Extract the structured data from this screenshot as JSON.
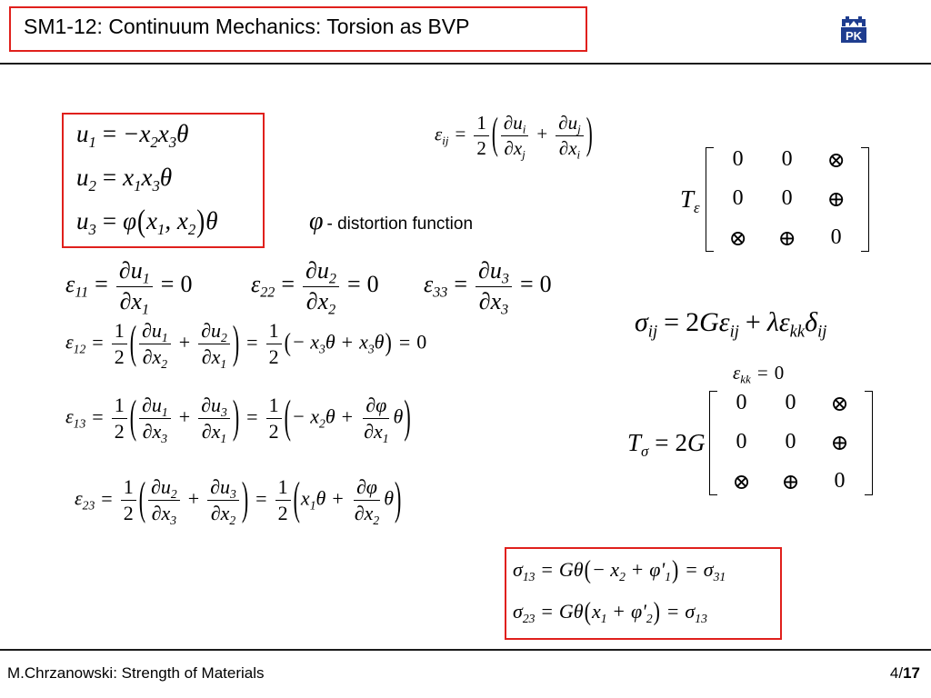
{
  "slide": {
    "title": "SM1-12: Continuum Mechanics: Torsion as BVP",
    "footer_left": "M.Chrzanowski: Strength of Materials",
    "page_current": "4/",
    "page_total": "17",
    "logo_text": "PK"
  },
  "colors": {
    "accent_box": "#e0201c",
    "rule": "#1a1a1a",
    "logo_blue": "#1f3d8f"
  },
  "displacements": {
    "u1_rhs": "−x₂x₃θ",
    "u2_rhs": "x₁x₃θ",
    "u3_rhs_prefix": "φ"
  },
  "distortion_note": "- distortion function",
  "matrices": {
    "T_eps": [
      "0",
      "0",
      "⊗",
      "0",
      "0",
      "⊕",
      "⊗",
      "⊕",
      "0"
    ],
    "T_sigma": [
      "0",
      "0",
      "⊗",
      "0",
      "0",
      "⊕",
      "⊗",
      "⊕",
      "0"
    ]
  },
  "values": {
    "zero": "0",
    "half_num": "1",
    "half_den": "2",
    "two_G": "2G"
  }
}
